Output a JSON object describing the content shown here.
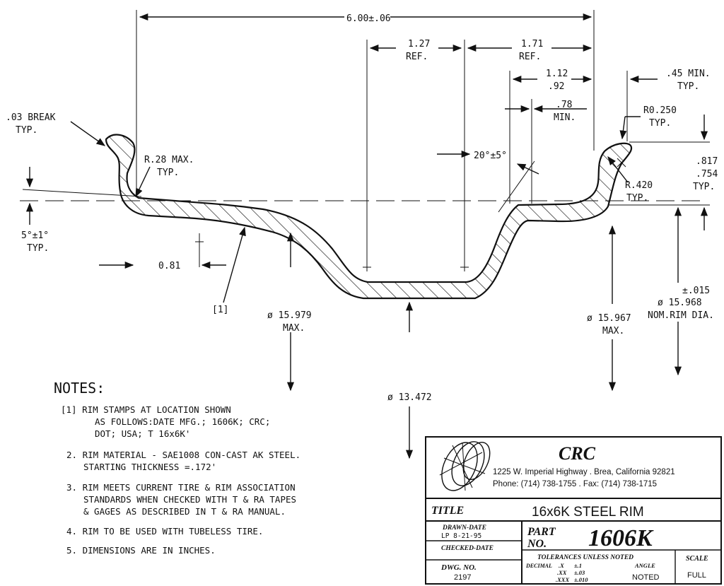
{
  "dimensions": {
    "overall_width": "6.00±.06",
    "ref1_val": "1.27",
    "ref1_lbl": "REF.",
    "ref2_val": "1.71",
    "ref2_lbl": "REF.",
    "d112_top": "1.12",
    "d112_bot": ".92",
    "min45_val": ".45 MIN.",
    "min45_lbl": "TYP.",
    "min78_val": ".78",
    "min78_lbl": "MIN.",
    "r0250_val": "R0.250",
    "r0250_lbl": "TYP.",
    "break_val": ".03 BREAK",
    "break_lbl": "TYP.",
    "r28_val": "R.28 MAX.",
    "r28_lbl": "TYP.",
    "angle20": "20°±5°",
    "h817": ".817",
    "h754": ".754",
    "h_typ": "TYP.",
    "r420_val": "R.420",
    "r420_lbl": "TYP.",
    "angle5_val": "5°±1°",
    "angle5_lbl": "TYP.",
    "d081": "0.81",
    "stamp_ref": "[1]",
    "dia15979_val": "ø 15.979",
    "dia15979_lbl": "MAX.",
    "tol015": "±.015",
    "dia15968_val": "ø  15.968",
    "dia15968_lbl": "NOM.RIM DIA.",
    "dia15967_val": "ø 15.967",
    "dia15967_lbl": "MAX.",
    "dia13472": "ø 13.472"
  },
  "notes": {
    "heading": "NOTES:",
    "n1_l1": "[1]  RIM STAMPS AT LOCATION SHOWN",
    "n1_l2": "AS FOLLOWS:DATE MFG.; 1606K; CRC;",
    "n1_l3": "DOT; USA; T 16x6K'",
    "n2_l1": "2. RIM MATERIAL  - SAE1008 CON-CAST AK STEEL.",
    "n2_l2": "STARTING THICKNESS =.172'",
    "n3_l1": "3. RIM MEETS CURRENT TIRE & RIM ASSOCIATION",
    "n3_l2": "STANDARDS WHEN CHECKED WITH T & RA TAPES",
    "n3_l3": "& GAGES AS DESCRIBED IN T & RA MANUAL.",
    "n4": "4. RIM TO BE USED WITH TUBELESS TIRE.",
    "n5": "5. DIMENSIONS ARE IN INCHES."
  },
  "title_block": {
    "company": "CRC",
    "address": "1225 W. Imperial Highway . Brea, California 92821",
    "phone": "Phone: (714) 738-1755 . Fax: (714) 738-1715",
    "title_label": "TITLE",
    "title_value": "16x6K STEEL RIM",
    "drawn_label": "DRAWN-DATE",
    "drawn_value": "LP  8-21-95",
    "checked_label": "CHECKED-DATE",
    "part_label_1": "PART",
    "part_label_2": "NO.",
    "part_no": "1606K",
    "tol_label": "TOLERANCES UNLESS NOTED",
    "tol_decimal": "DECIMAL",
    "tol_x": ".X",
    "tol_x_val": "±.1",
    "tol_xx": ".XX",
    "tol_xx_val": "±.03",
    "tol_xxx": ".XXX",
    "tol_xxx_val": "±.010",
    "angle_label": "ANGLE",
    "angle_value": "NOTED",
    "dwg_label": "DWG. NO.",
    "dwg_value": "2197",
    "scale_label": "SCALE",
    "scale_value": "FULL"
  }
}
